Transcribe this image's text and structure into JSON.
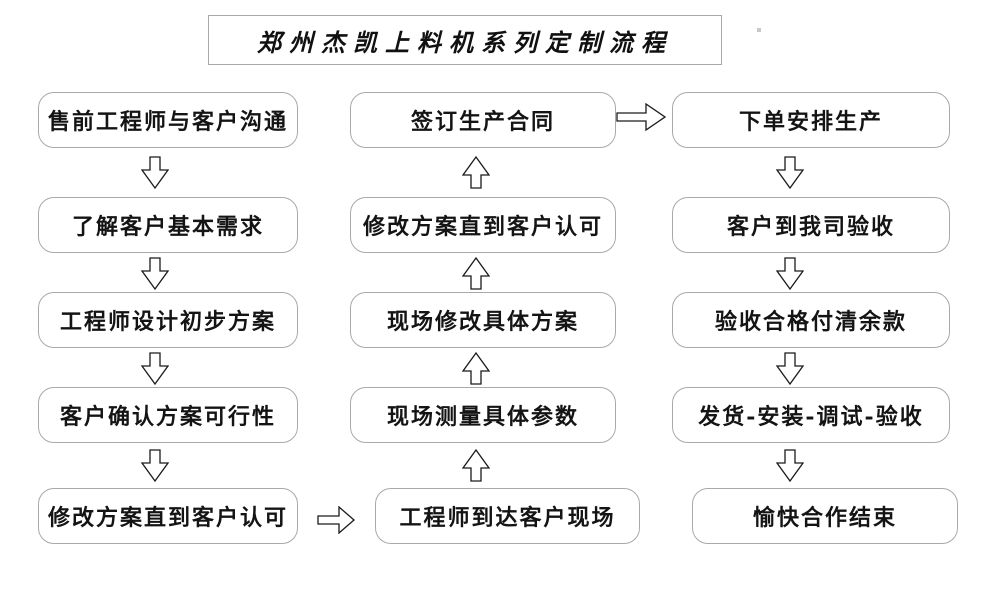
{
  "title": "郑州杰凯上料机系列定制流程",
  "flow": {
    "left_column": {
      "direction": "down",
      "steps": [
        "售前工程师与客户沟通",
        "了解客户基本需求",
        "工程师设计初步方案",
        "客户确认方案可行性",
        "修改方案直到客户认可"
      ]
    },
    "middle_column": {
      "direction": "up",
      "steps": [
        "签订生产合同",
        "修改方案直到客户认可",
        "现场修改具体方案",
        "现场测量具体参数",
        "工程师到达客户现场"
      ]
    },
    "right_column": {
      "direction": "down",
      "steps": [
        "下单安排生产",
        "客户到我司验收",
        "验收合格付清余款",
        "发货-安装-调试-验收",
        "愉快合作结束"
      ]
    },
    "cross_links": [
      {
        "from": "修改方案直到客户认可 (left bottom)",
        "to": "工程师到达客户现场 (middle bottom)",
        "arrow": "right"
      },
      {
        "from": "签订生产合同 (middle top)",
        "to": "下单安排生产 (right top)",
        "arrow": "right"
      }
    ]
  },
  "colors": {
    "background": "#ffffff",
    "box_border": "#a9a9a9",
    "text": "#141414",
    "arrow_stroke": "#1a1a1a",
    "arrow_fill": "#ffffff"
  }
}
